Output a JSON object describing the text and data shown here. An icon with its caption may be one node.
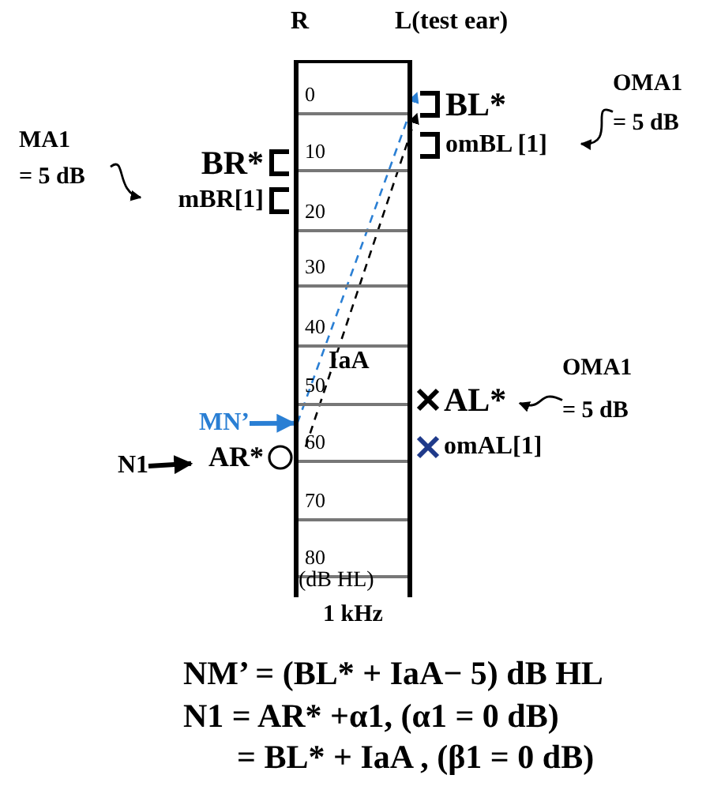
{
  "diagram": {
    "nodes": [
      {
        "text": [],
        "shape": "box",
        "beside": [
          "1 kHz"
        ]
      },
      {
        "text": [
          "BL*"
        ]
      },
      {
        "text": [
          "omBL [1]"
        ]
      },
      {
        "text": [
          "OMA1",
          "= 5 dB"
        ]
      },
      {
        "text": [
          "MA1",
          "= 5 dB"
        ]
      },
      {
        "text": [
          "BR*"
        ]
      },
      {
        "text": [
          "mBR[1]"
        ]
      },
      {
        "text": [
          "OMA1",
          "= 5 dB"
        ]
      },
      {
        "text": [
          "AL*"
        ]
      },
      {
        "text": [
          "omAL[1]"
        ]
      },
      {
        "text": [
          "MN’"
        ]
      },
      {
        "text": [
          "N1"
        ]
      },
      {
        "text": [
          "AR*"
        ]
      }
    ],
    "edges": [
      {
        "from": 3,
        "to": 2,
        "arrow": "to"
      },
      {
        "from": 4,
        "to": 6,
        "arrow": "to"
      },
      {
        "from": 7,
        "to": 8,
        "arrow": "to"
      },
      {
        "from": 10,
        "to": 0,
        "arrow": "to",
        "style": "thick",
        "color": "#2a7fd4"
      },
      {
        "from": 11,
        "to": 12,
        "arrow": "to",
        "style": "thick"
      },
      {
        "from": 0,
        "to": 1,
        "arrow": "to",
        "style": "dashed",
        "color": "#2a7fd4"
      },
      {
        "from": 0,
        "to": 1,
        "arrow": "to",
        "style": "dashed"
      }
    ],
    "labels": [
      "R",
      "L(test ear)",
      "0",
      "10",
      "20",
      "30",
      "40",
      "IaA",
      "50",
      "60",
      "70",
      "80",
      "(dB HL)",
      "NM’ = (BL* + IaA− 5) dB HL",
      "N1 = AR* +α1, (α1 = 0 dB)",
      "= BL* + IaA , (β1 = 0 dB)"
    ]
  }
}
